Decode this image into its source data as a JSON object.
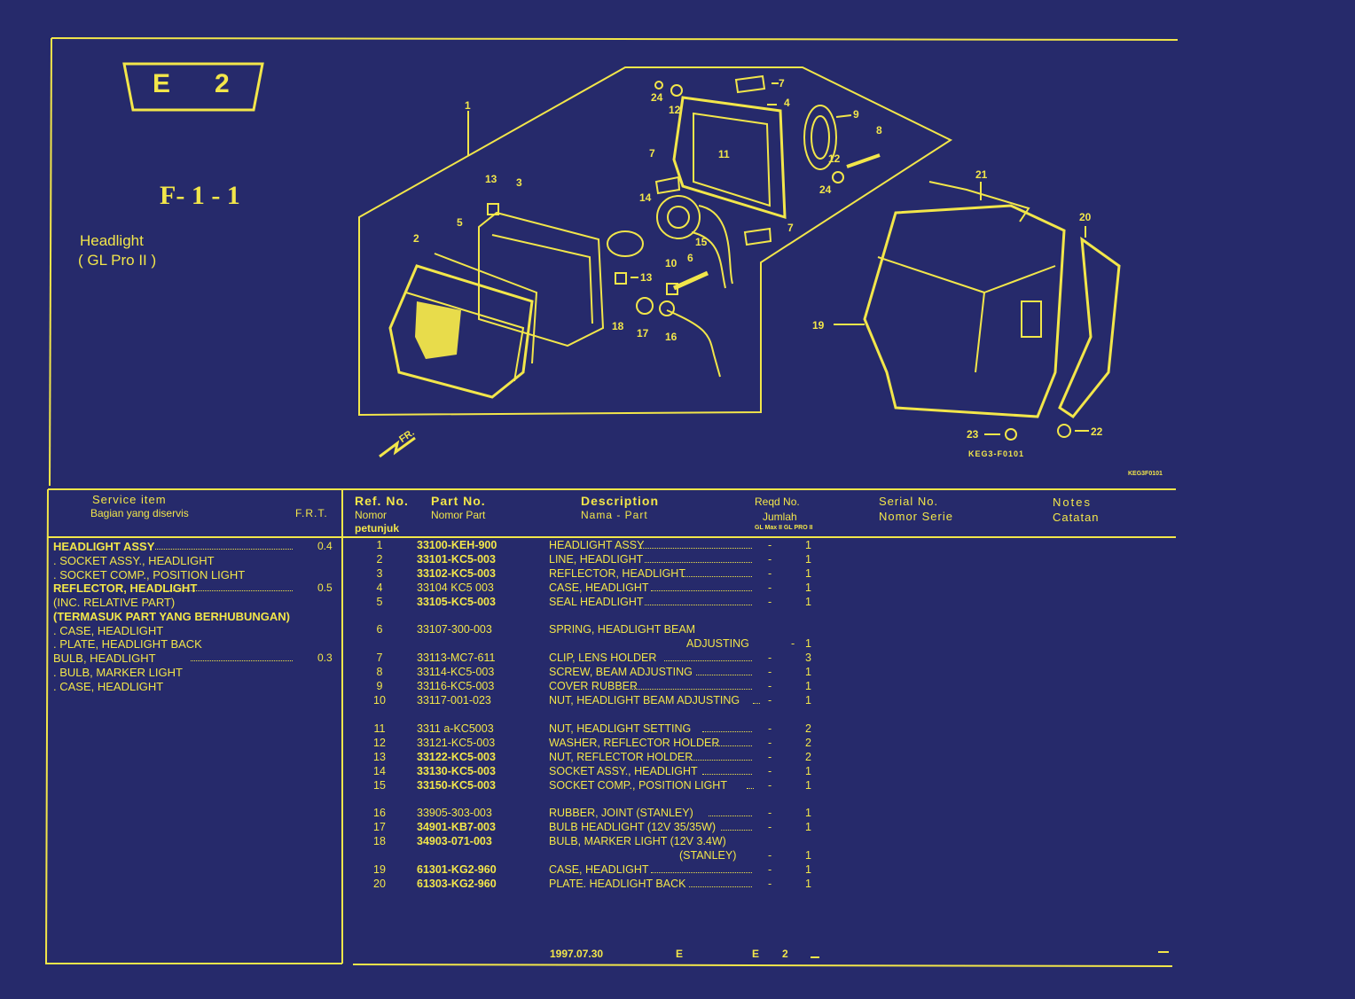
{
  "page": {
    "section_code_letter": "E",
    "section_code_number": "2",
    "figure_id": "F- 1  - 1",
    "title": "Headlight",
    "subtitle": "( GL Pro II )",
    "diagram_code": "KEG3-F0101",
    "corner_code": "KEG3F0101",
    "footer_date": "1997.07.30",
    "footer_code_1": "E",
    "footer_code_2": "E",
    "footer_code_3": "2"
  },
  "diagram": {
    "fr_label": "FR.",
    "callouts": [
      "1",
      "2",
      "3",
      "4",
      "5",
      "6",
      "7",
      "7",
      "7",
      "8",
      "9",
      "10",
      "11",
      "12",
      "12",
      "13",
      "13",
      "14",
      "15",
      "16",
      "17",
      "18",
      "19",
      "20",
      "21",
      "22",
      "23",
      "24",
      "24"
    ]
  },
  "headers": {
    "service_item": "Service      item",
    "service_item_id": "Bagian yang diservis",
    "frt": "F.R.T.",
    "ref_no": "Ref. No.",
    "ref_no_id_1": "Nomor",
    "ref_no_id_2": "petunjuk",
    "part_no": "Part   No.",
    "part_no_id": "Nomor  Part",
    "description": "Description",
    "description_id": "Nama  -  Part",
    "reqd_no": "Reqd No.",
    "reqd_no_id": "Jumlah",
    "reqd_sub": "GL Max II  GL PRO II",
    "serial_no": "Serial  No.",
    "serial_no_id": "Nomor  Serie",
    "notes": "Notes",
    "notes_id": "Catatan"
  },
  "service_items": [
    {
      "text": "HEADLIGHT ASSY",
      "frt": "0.4"
    },
    {
      "text": ". SOCKET ASSY., HEADLIGHT",
      "frt": ""
    },
    {
      "text": ". SOCKET  COMP., POSITION  LIGHT",
      "frt": ""
    },
    {
      "text": "REFLECTOR, HEADLIGHT",
      "frt": "0.5"
    },
    {
      "text": "(INC.  RELATIVE  PART)",
      "frt": ""
    },
    {
      "text": "(TERMASUK PART YANG BERHUBUNGAN)",
      "frt": ""
    },
    {
      "text": ".  CASE,  HEADLIGHT",
      "frt": ""
    },
    {
      "text": ".  PLATE, HEADLIGHT BACK",
      "frt": ""
    },
    {
      "text": "BULB, HEADLIGHT",
      "frt": "0.3"
    },
    {
      "text": ".  BULB, MARKER LIGHT",
      "frt": ""
    },
    {
      "text": ".  CASE, HEADLIGHT",
      "frt": ""
    }
  ],
  "parts": [
    {
      "ref": "1",
      "part": "33100-KEH-900",
      "desc": "HEADLIGHT ASSY",
      "max": "-",
      "pro": "1"
    },
    {
      "ref": "2",
      "part": "33101-KC5-003",
      "desc": "LINE, HEADLIGHT",
      "max": "-",
      "pro": "1"
    },
    {
      "ref": "3",
      "part": "33102-KC5-003",
      "desc": "REFLECTOR,  HEADLIGHT",
      "max": "-",
      "pro": "1"
    },
    {
      "ref": "4",
      "part": "33104 KC5 003",
      "desc": "CASE,  HEADLIGHT",
      "max": "-",
      "pro": "1"
    },
    {
      "ref": "5",
      "part": "33105-KC5-003",
      "desc": "SEAL  HEADLIGHT",
      "max": "-",
      "pro": "1"
    },
    {
      "ref": "6",
      "part": "33107-300-003",
      "desc": "SPRING,  HEADLIGHT  BEAM",
      "desc2": "ADJUSTING",
      "max": "-",
      "pro": "1"
    },
    {
      "ref": "7",
      "part": "33113-MC7-611",
      "desc": "CLIP,  LENS HOLDER",
      "max": "-",
      "pro": "3"
    },
    {
      "ref": "8",
      "part": "33114-KC5-003",
      "desc": "SCREW,  BEAM  ADJUSTING",
      "max": "-",
      "pro": "1"
    },
    {
      "ref": "9",
      "part": "33116-KC5-003",
      "desc": "COVER  RUBBER",
      "max": "-",
      "pro": "1"
    },
    {
      "ref": "10",
      "part": "33117-001-023",
      "desc": "NUT,  HEADLIGHT  BEAM  ADJUSTING",
      "max": "-",
      "pro": "1"
    },
    {
      "ref": "11",
      "part": "3311 a-KC5003",
      "desc": "NUT,  HEADLIGHT  SETTING",
      "max": "-",
      "pro": "2"
    },
    {
      "ref": "12",
      "part": "33121-KC5-003",
      "desc": "WASHER,  REFLECTOR  HOLDER",
      "max": "-",
      "pro": "2"
    },
    {
      "ref": "13",
      "part": "33122-KC5-003",
      "desc": "NUT, REFLECTOR  HOLDER",
      "max": "-",
      "pro": "2"
    },
    {
      "ref": "14",
      "part": "33130-KC5-003",
      "desc": "SOCKET ASSY.,  HEADLIGHT",
      "max": "-",
      "pro": "1"
    },
    {
      "ref": "15",
      "part": "33150-KC5-003",
      "desc": "SOCKET  COMP.,  POSITION  LIGHT",
      "max": "-",
      "pro": "1"
    },
    {
      "ref": "16",
      "part": "33905-303-003",
      "desc": "RUBBER,  JOINT  (STANLEY)",
      "max": "-",
      "pro": "1"
    },
    {
      "ref": "17",
      "part": "34901-KB7-003",
      "desc": "BULB HEADLIGHT (12V 35/35W)",
      "max": "-",
      "pro": "1"
    },
    {
      "ref": "18",
      "part": "34903-071-003",
      "desc": "BULB, MARKER LIGHT (12V 3.4W)",
      "desc2": "(STANLEY)",
      "max": "-",
      "pro": "1"
    },
    {
      "ref": "19",
      "part": "61301-KG2-960",
      "desc": "CASE,  HEADLIGHT",
      "max": "-",
      "pro": "1"
    },
    {
      "ref": "20",
      "part": "61303-KG2-960",
      "desc": "PLATE.  HEADLIGHT BACK",
      "max": "-",
      "pro": "1"
    }
  ],
  "colors": {
    "background": "#262a6b",
    "ink": "#f2e64a"
  }
}
